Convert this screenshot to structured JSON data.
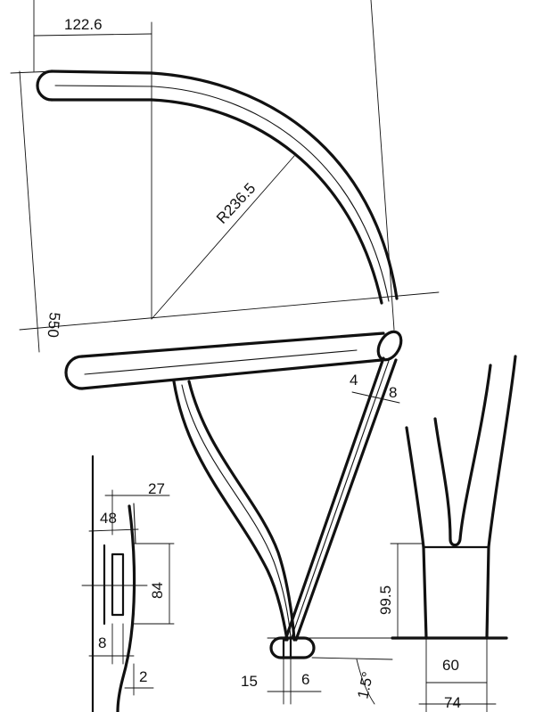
{
  "dimensions": {
    "top_offset": "122.6",
    "radius": "R236.5",
    "overall_height": "550",
    "tube_thin": "4",
    "tube_thick": "8",
    "edge_27": "27",
    "edge_48": "48",
    "slot_84": "84",
    "slot_8": "8",
    "slot_2": "2",
    "foot_15": "15",
    "foot_6": "6",
    "angle": "1.5°",
    "leg_height": "99.5",
    "leg_inner": "60",
    "leg_outer": "74"
  },
  "colors": {
    "ink": "#111111",
    "paper": "#ffffff"
  }
}
